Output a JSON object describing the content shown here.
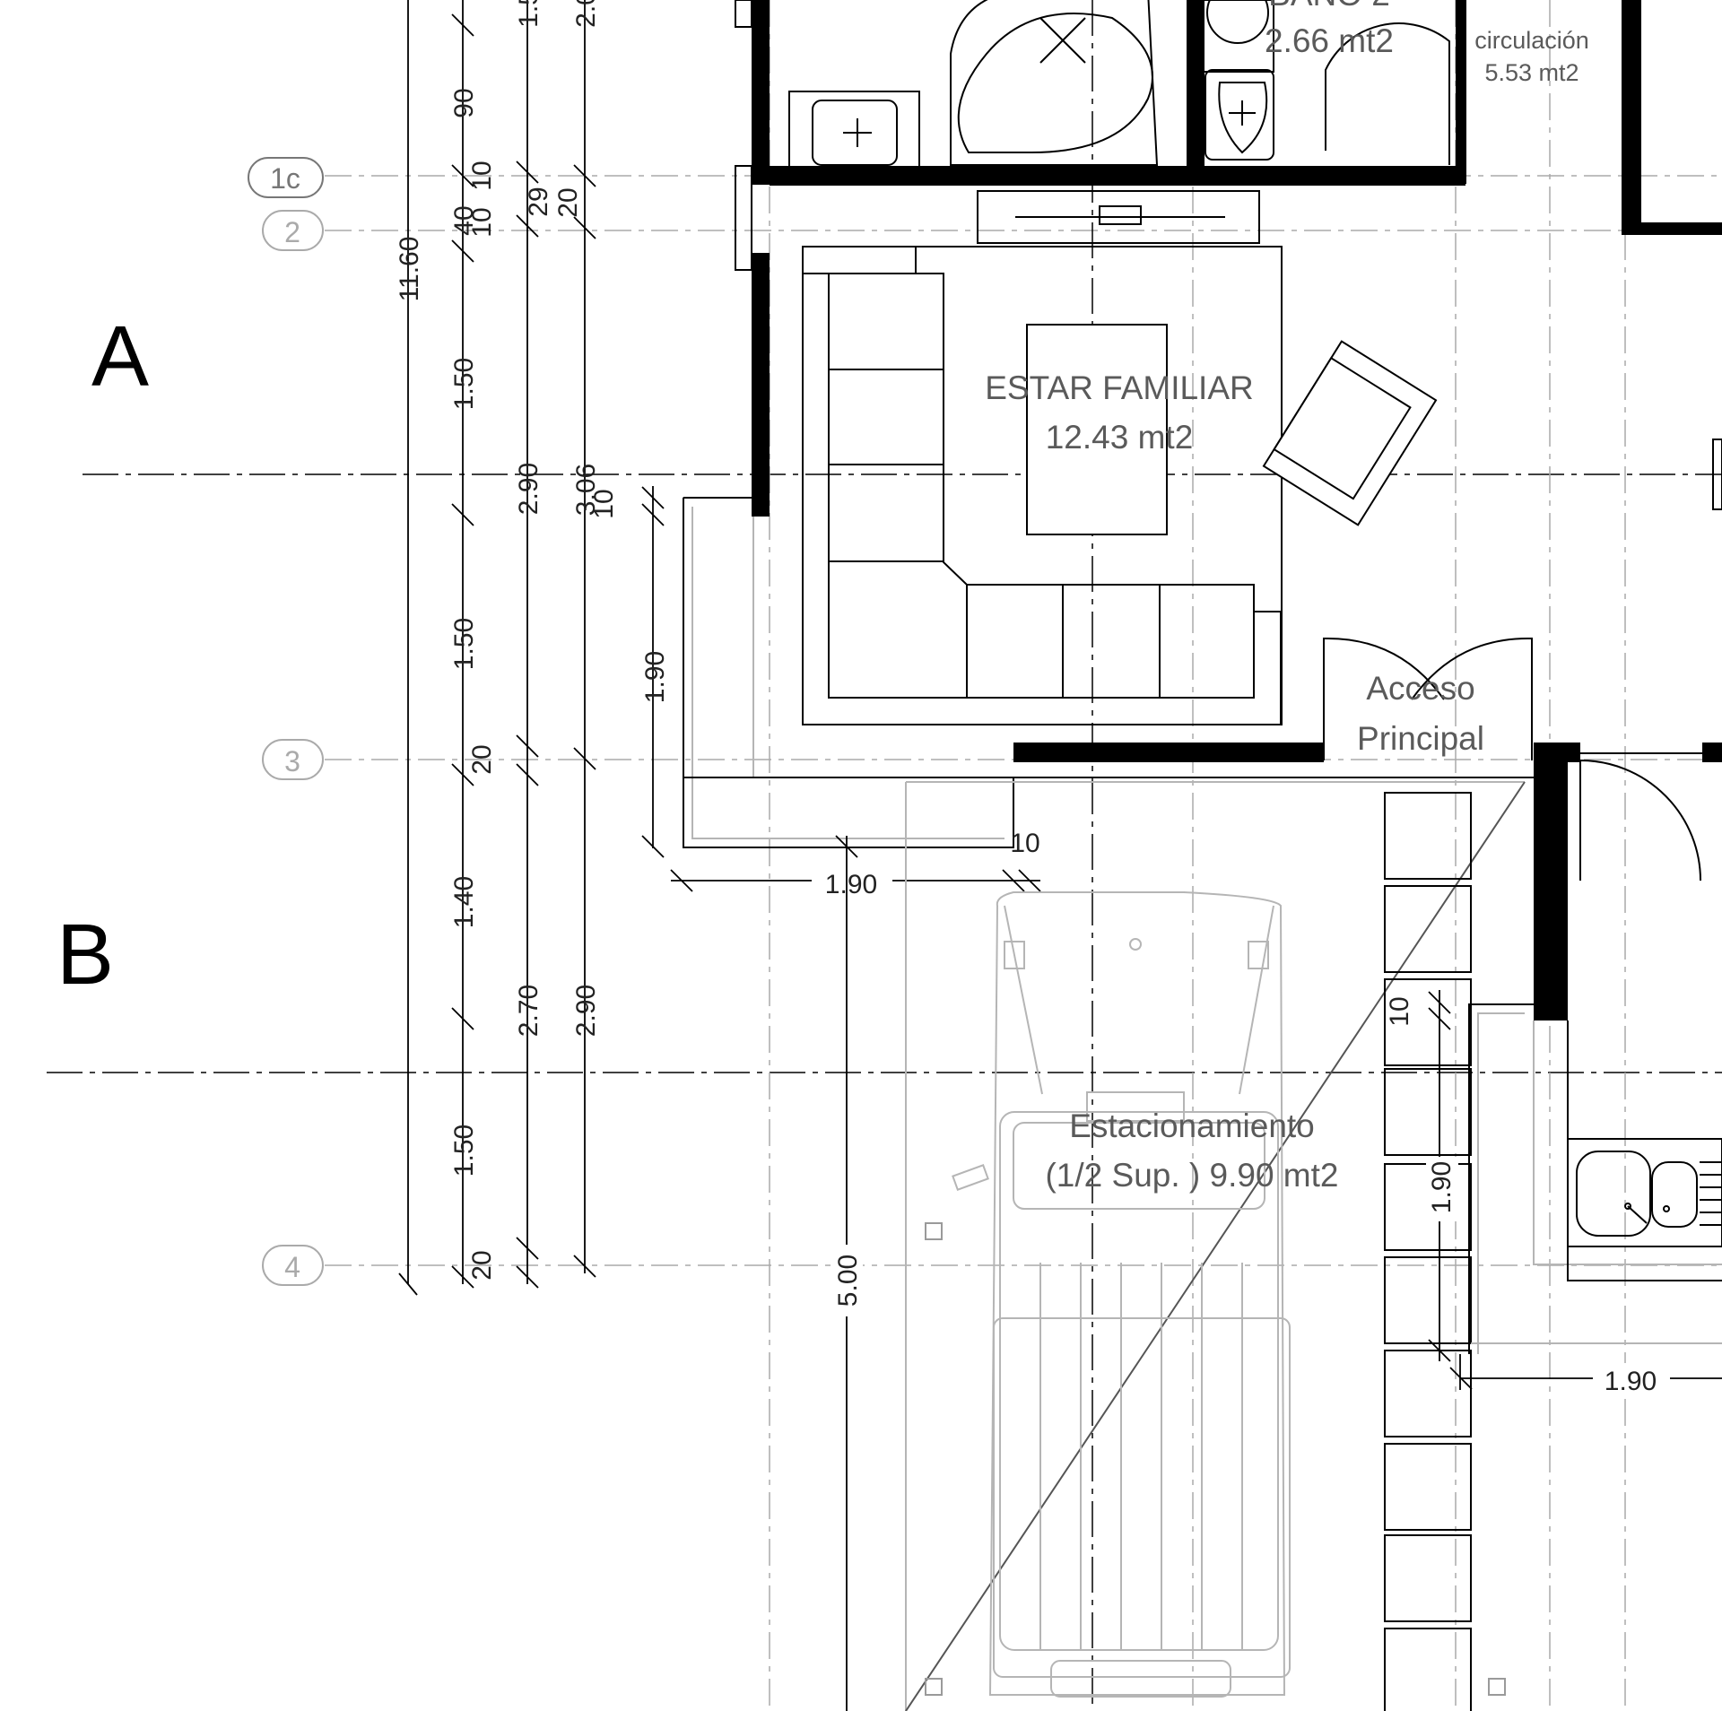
{
  "rooms": {
    "bano2_label": "BAÑO 2",
    "bano2_area": "2.66 mt2",
    "circulacion_label": "circulación",
    "circulacion_area": "5.53 mt2",
    "estar_label": "ESTAR FAMILIAR",
    "estar_area": "12.43 mt2",
    "acceso_line1": "Acceso",
    "acceso_line2": "Principal",
    "estac_line1": "Estacionamiento",
    "estac_line2": "(1/2 Sup. ) 9.90 mt2"
  },
  "axes": {
    "letters": [
      "A",
      "B"
    ],
    "bubbles": [
      "1c",
      "2",
      "3",
      "4"
    ]
  },
  "dimensions": {
    "total": "11.60",
    "col1": [
      "1.50",
      "1.50",
      "1.40",
      "1.50",
      "90",
      "40",
      "10",
      "20",
      "20",
      "10"
    ],
    "col2": [
      "2.90",
      "2.70",
      "29",
      "10",
      "1.5"
    ],
    "col3": [
      "3.06",
      "2.90",
      "20",
      "2.0"
    ],
    "porch_vertical": "1.90",
    "porch_ten_vertical": "10",
    "porch_horizontal": "1.90",
    "porch_ten_horizontal": "10",
    "garage_vertical": "5.00",
    "right_vertical": "1.90",
    "right_ten": "10",
    "right_horizontal": "1.90"
  }
}
